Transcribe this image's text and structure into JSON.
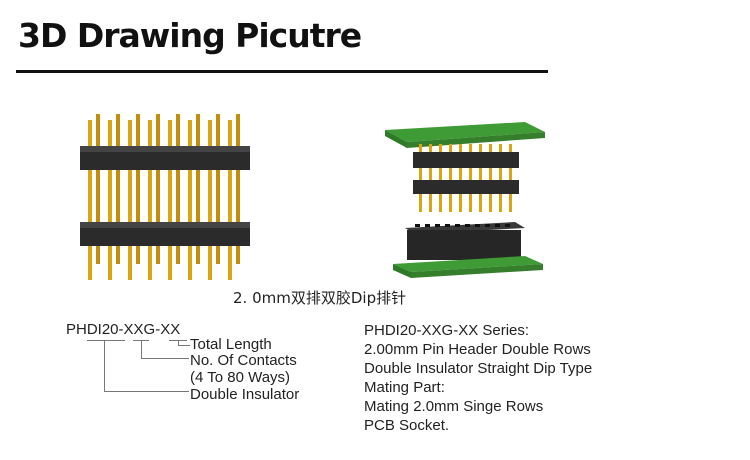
{
  "page": {
    "title": "3D Drawing Picutre",
    "caption": "2. 0mm双排双胶Dip排针"
  },
  "part_code": {
    "code": "PHDI20-XXG-XX",
    "labels": {
      "total_length": "Total Length",
      "contacts": "No. Of Contacts",
      "ways": "(4 To 80 Ways)",
      "insulator": "Double Insulator"
    }
  },
  "description": {
    "lines": [
      "PHDI20-XXG-XX Series:",
      "2.00mm Pin Header Double Rows",
      "Double Insulator Straight Dip Type",
      "Mating Part:",
      "Mating 2.0mm Singe Rows",
      "PCB Socket."
    ]
  },
  "colors": {
    "pin_gold": "#d9a514",
    "insulator_black": "#2b2b2b",
    "pcb_green": "#3f9b35"
  }
}
